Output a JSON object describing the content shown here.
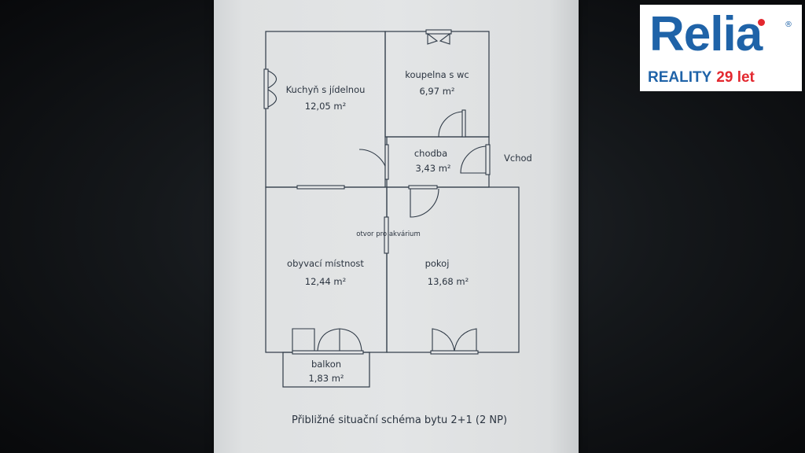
{
  "plan": {
    "rooms": [
      {
        "name": "Kuchyň s jídelnou",
        "area": "12,05 m²"
      },
      {
        "name": "koupelna s wc",
        "area": "6,97 m²"
      },
      {
        "name": "chodba",
        "area": "3,43 m²"
      },
      {
        "name": "obyvací místnost",
        "area": "12,44 m²"
      },
      {
        "name": "pokoj",
        "area": "13,68 m²"
      },
      {
        "name": "balkon",
        "area": "1,83 m²"
      }
    ],
    "entrance": "Vchod",
    "aquarium_note": "otvor pro akvárium",
    "caption": "Přibližné situační schéma bytu 2+1 (2 NP)"
  },
  "logo": {
    "brand": "Relia",
    "registered": "®",
    "tagline": "REALITY",
    "years": "29 let"
  },
  "colors": {
    "background": "#0d0f12",
    "paper": "#e3e5e6",
    "line": "#2f3a47",
    "brand_blue": "#1f63a8",
    "brand_red": "#e3282f"
  }
}
